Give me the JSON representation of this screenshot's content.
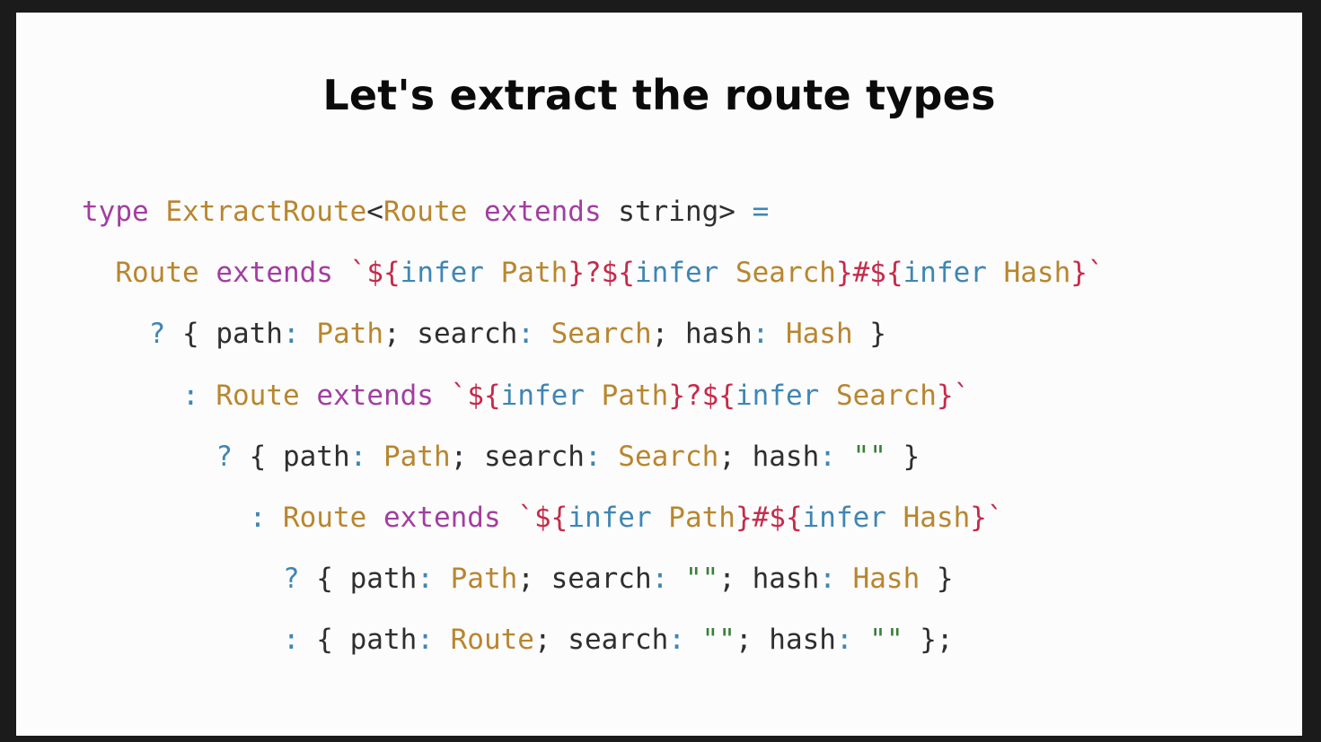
{
  "slide": {
    "title": "Let's extract the route types"
  },
  "colors": {
    "keyword": "#a23ea0",
    "typeName": "#b8862f",
    "operator": "#3f86b4",
    "template": "#c52b4b",
    "plain": "#2f2f2f",
    "string": "#3a7f3a"
  },
  "code": {
    "lines": [
      {
        "indent": "",
        "tokens": [
          {
            "t": "type",
            "k": "keyword"
          },
          {
            "t": " ",
            "k": "plain"
          },
          {
            "t": "ExtractRoute",
            "k": "typeName"
          },
          {
            "t": "<",
            "k": "plain"
          },
          {
            "t": "Route",
            "k": "typeName"
          },
          {
            "t": " ",
            "k": "plain"
          },
          {
            "t": "extends",
            "k": "keyword"
          },
          {
            "t": " string> ",
            "k": "plain"
          },
          {
            "t": "=",
            "k": "operator"
          }
        ]
      },
      {
        "indent": "  ",
        "tokens": [
          {
            "t": "Route",
            "k": "typeName"
          },
          {
            "t": " ",
            "k": "plain"
          },
          {
            "t": "extends",
            "k": "keyword"
          },
          {
            "t": " ",
            "k": "plain"
          },
          {
            "t": "`${",
            "k": "template"
          },
          {
            "t": "infer",
            "k": "operator"
          },
          {
            "t": " Path",
            "k": "typeName"
          },
          {
            "t": "}?${",
            "k": "template"
          },
          {
            "t": "infer",
            "k": "operator"
          },
          {
            "t": " Search",
            "k": "typeName"
          },
          {
            "t": "}#${",
            "k": "template"
          },
          {
            "t": "infer",
            "k": "operator"
          },
          {
            "t": " Hash",
            "k": "typeName"
          },
          {
            "t": "}`",
            "k": "template"
          }
        ]
      },
      {
        "indent": "    ",
        "tokens": [
          {
            "t": "?",
            "k": "operator"
          },
          {
            "t": " { path",
            "k": "plain"
          },
          {
            "t": ":",
            "k": "operator"
          },
          {
            "t": " ",
            "k": "plain"
          },
          {
            "t": "Path",
            "k": "typeName"
          },
          {
            "t": "; search",
            "k": "plain"
          },
          {
            "t": ":",
            "k": "operator"
          },
          {
            "t": " ",
            "k": "plain"
          },
          {
            "t": "Search",
            "k": "typeName"
          },
          {
            "t": "; hash",
            "k": "plain"
          },
          {
            "t": ":",
            "k": "operator"
          },
          {
            "t": " ",
            "k": "plain"
          },
          {
            "t": "Hash",
            "k": "typeName"
          },
          {
            "t": " }",
            "k": "plain"
          }
        ]
      },
      {
        "indent": "      ",
        "tokens": [
          {
            "t": ":",
            "k": "operator"
          },
          {
            "t": " ",
            "k": "plain"
          },
          {
            "t": "Route",
            "k": "typeName"
          },
          {
            "t": " ",
            "k": "plain"
          },
          {
            "t": "extends",
            "k": "keyword"
          },
          {
            "t": " ",
            "k": "plain"
          },
          {
            "t": "`${",
            "k": "template"
          },
          {
            "t": "infer",
            "k": "operator"
          },
          {
            "t": " Path",
            "k": "typeName"
          },
          {
            "t": "}?${",
            "k": "template"
          },
          {
            "t": "infer",
            "k": "operator"
          },
          {
            "t": " Search",
            "k": "typeName"
          },
          {
            "t": "}`",
            "k": "template"
          }
        ]
      },
      {
        "indent": "        ",
        "tokens": [
          {
            "t": "?",
            "k": "operator"
          },
          {
            "t": " { path",
            "k": "plain"
          },
          {
            "t": ":",
            "k": "operator"
          },
          {
            "t": " ",
            "k": "plain"
          },
          {
            "t": "Path",
            "k": "typeName"
          },
          {
            "t": "; search",
            "k": "plain"
          },
          {
            "t": ":",
            "k": "operator"
          },
          {
            "t": " ",
            "k": "plain"
          },
          {
            "t": "Search",
            "k": "typeName"
          },
          {
            "t": "; hash",
            "k": "plain"
          },
          {
            "t": ":",
            "k": "operator"
          },
          {
            "t": " ",
            "k": "plain"
          },
          {
            "t": "\"\"",
            "k": "string"
          },
          {
            "t": " }",
            "k": "plain"
          }
        ]
      },
      {
        "indent": "          ",
        "tokens": [
          {
            "t": ":",
            "k": "operator"
          },
          {
            "t": " ",
            "k": "plain"
          },
          {
            "t": "Route",
            "k": "typeName"
          },
          {
            "t": " ",
            "k": "plain"
          },
          {
            "t": "extends",
            "k": "keyword"
          },
          {
            "t": " ",
            "k": "plain"
          },
          {
            "t": "`${",
            "k": "template"
          },
          {
            "t": "infer",
            "k": "operator"
          },
          {
            "t": " Path",
            "k": "typeName"
          },
          {
            "t": "}#${",
            "k": "template"
          },
          {
            "t": "infer",
            "k": "operator"
          },
          {
            "t": " Hash",
            "k": "typeName"
          },
          {
            "t": "}`",
            "k": "template"
          }
        ]
      },
      {
        "indent": "            ",
        "tokens": [
          {
            "t": "?",
            "k": "operator"
          },
          {
            "t": " { path",
            "k": "plain"
          },
          {
            "t": ":",
            "k": "operator"
          },
          {
            "t": " ",
            "k": "plain"
          },
          {
            "t": "Path",
            "k": "typeName"
          },
          {
            "t": "; search",
            "k": "plain"
          },
          {
            "t": ":",
            "k": "operator"
          },
          {
            "t": " ",
            "k": "plain"
          },
          {
            "t": "\"\"",
            "k": "string"
          },
          {
            "t": "; hash",
            "k": "plain"
          },
          {
            "t": ":",
            "k": "operator"
          },
          {
            "t": " ",
            "k": "plain"
          },
          {
            "t": "Hash",
            "k": "typeName"
          },
          {
            "t": " }",
            "k": "plain"
          }
        ]
      },
      {
        "indent": "            ",
        "tokens": [
          {
            "t": ":",
            "k": "operator"
          },
          {
            "t": " { path",
            "k": "plain"
          },
          {
            "t": ":",
            "k": "operator"
          },
          {
            "t": " ",
            "k": "plain"
          },
          {
            "t": "Route",
            "k": "typeName"
          },
          {
            "t": "; search",
            "k": "plain"
          },
          {
            "t": ":",
            "k": "operator"
          },
          {
            "t": " ",
            "k": "plain"
          },
          {
            "t": "\"\"",
            "k": "string"
          },
          {
            "t": "; hash",
            "k": "plain"
          },
          {
            "t": ":",
            "k": "operator"
          },
          {
            "t": " ",
            "k": "plain"
          },
          {
            "t": "\"\"",
            "k": "string"
          },
          {
            "t": " };",
            "k": "plain"
          }
        ]
      }
    ]
  }
}
